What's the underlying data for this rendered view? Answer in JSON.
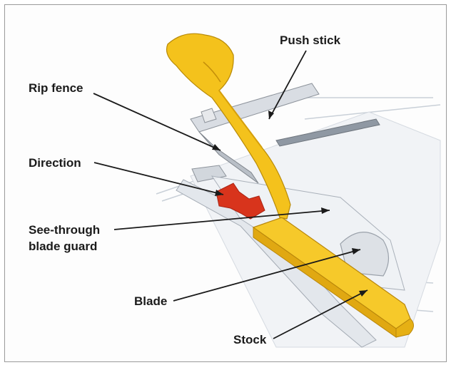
{
  "labels": {
    "push_stick": "Push stick",
    "rip_fence": "Rip fence",
    "direction": "Direction",
    "see_through_line1": "See-through",
    "see_through_line2": "blade guard",
    "blade": "Blade",
    "stock": "Stock"
  },
  "colors": {
    "push_stick": "#f4c21c",
    "stock": "#f2bd1a",
    "direction_arrow": "#d8341c",
    "fence": "#bcc2cb",
    "table_lines": "#c9d0d8",
    "leader_lines": "#1a1a1a"
  }
}
